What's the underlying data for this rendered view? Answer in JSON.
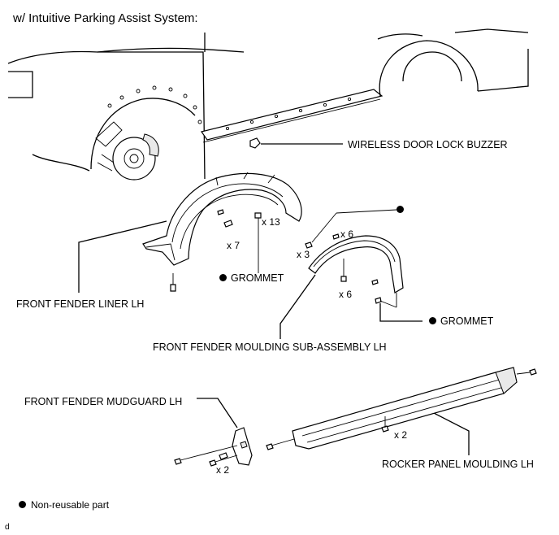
{
  "title": "w/ Intuitive Parking Assist System:",
  "labels": {
    "wireless_buzzer": "WIRELESS DOOR LOCK BUZZER",
    "grommet_1": "GROMMET",
    "grommet_2": "GROMMET",
    "fender_liner": "FRONT FENDER LINER LH",
    "fender_moulding": "FRONT FENDER MOULDING SUB-ASSEMBLY LH",
    "mudguard": "FRONT FENDER MUDGUARD LH",
    "rocker_panel": "ROCKER PANEL MOULDING LH"
  },
  "quantities": {
    "liner_clips": "x 7",
    "liner_screws": "x 13",
    "moulding_left": "x 3",
    "moulding_top": "x 6",
    "moulding_bottom": "x 6",
    "mudguard_screws": "x 2",
    "rocker_screws": "x 2"
  },
  "legend": {
    "non_reusable": "Non-reusable part"
  },
  "footer_code": "d"
}
